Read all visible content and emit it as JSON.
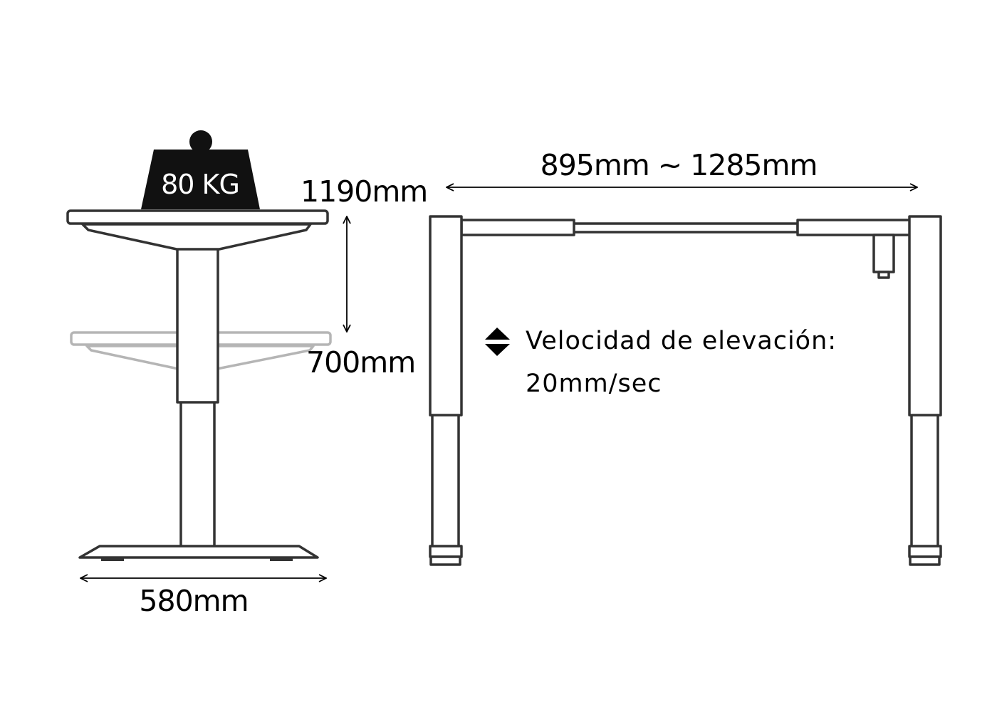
{
  "weight": {
    "label": "80 KG"
  },
  "height": {
    "max_label": "1190mm",
    "min_label": "700mm"
  },
  "base": {
    "width_label": "580mm"
  },
  "frame": {
    "width_label": "895mm ~ 1285mm"
  },
  "speed": {
    "label": "Velocidad de elevación:",
    "value": "20mm/sec"
  },
  "icons": {
    "up_down": "up-down-arrows-icon"
  }
}
